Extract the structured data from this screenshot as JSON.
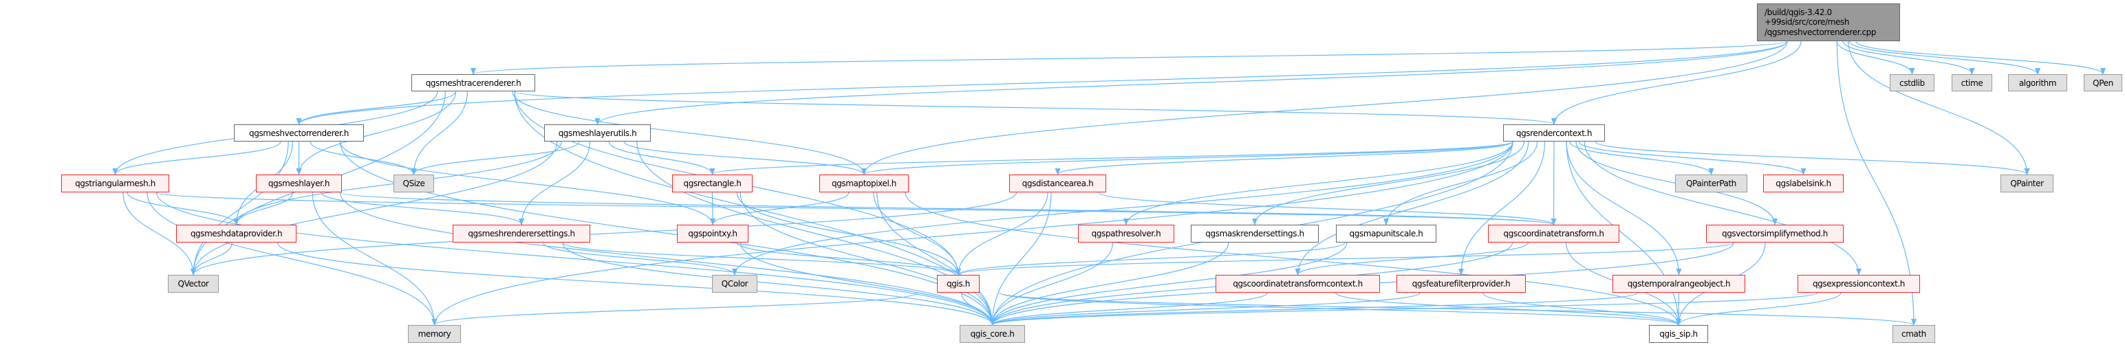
{
  "graph": {
    "colors": {
      "edge": "#63b8ff",
      "red_border": "#ff2020",
      "red_fill": "#fff0f0",
      "gray_fill": "#e0e0e0",
      "root_fill": "#999999"
    },
    "nodes": [
      {
        "id": "root",
        "label": "/build/qgis-3.42.0\n+99sid/src/core/mesh\n/qgsmeshvectorrenderer.cpp",
        "kind": "root"
      },
      {
        "id": "tracer",
        "label": "qgsmeshtracerenderer.h",
        "kind": "normal"
      },
      {
        "id": "vectorr",
        "label": "qgsmeshvectorrenderer.h",
        "kind": "normal"
      },
      {
        "id": "layerutils",
        "label": "qgsmeshlayerutils.h",
        "kind": "normal"
      },
      {
        "id": "rendercontext",
        "label": "qgsrendercontext.h",
        "kind": "normal"
      },
      {
        "id": "cstdlib",
        "label": "cstdlib",
        "kind": "gray"
      },
      {
        "id": "ctime",
        "label": "ctime",
        "kind": "gray"
      },
      {
        "id": "algorithm",
        "label": "algorithm",
        "kind": "gray"
      },
      {
        "id": "QPen",
        "label": "QPen",
        "kind": "gray"
      },
      {
        "id": "triangular",
        "label": "qgstriangularmesh.h",
        "kind": "red"
      },
      {
        "id": "meshlayer",
        "label": "qgsmeshlayer.h",
        "kind": "red"
      },
      {
        "id": "QSize",
        "label": "QSize",
        "kind": "gray"
      },
      {
        "id": "rectangle",
        "label": "qgsrectangle.h",
        "kind": "red"
      },
      {
        "id": "maptopixel",
        "label": "qgsmaptopixel.h",
        "kind": "red"
      },
      {
        "id": "distancearea",
        "label": "qgsdistancearea.h",
        "kind": "red"
      },
      {
        "id": "QPainterPath",
        "label": "QPainterPath",
        "kind": "gray"
      },
      {
        "id": "labelsink",
        "label": "qgslabelsink.h",
        "kind": "red"
      },
      {
        "id": "QPainter",
        "label": "QPainter",
        "kind": "gray"
      },
      {
        "id": "dataprovider",
        "label": "qgsmeshdataprovider.h",
        "kind": "red"
      },
      {
        "id": "renderersettings",
        "label": "qgsmeshrenderersettings.h",
        "kind": "red"
      },
      {
        "id": "pointxy",
        "label": "qgspointxy.h",
        "kind": "red"
      },
      {
        "id": "pathresolver",
        "label": "qgspathresolver.h",
        "kind": "red"
      },
      {
        "id": "maskrender",
        "label": "qgsmaskrendersettings.h",
        "kind": "normal"
      },
      {
        "id": "mapunitscale",
        "label": "qgsmapunitscale.h",
        "kind": "normal"
      },
      {
        "id": "coordtransform",
        "label": "qgscoordinatetransform.h",
        "kind": "red"
      },
      {
        "id": "vectorsimplify",
        "label": "qgsvectorsimplifymethod.h",
        "kind": "red"
      },
      {
        "id": "QVector",
        "label": "QVector",
        "kind": "gray"
      },
      {
        "id": "QColor",
        "label": "QColor",
        "kind": "gray"
      },
      {
        "id": "qgis",
        "label": "qgis.h",
        "kind": "red"
      },
      {
        "id": "ctcontext",
        "label": "qgscoordinatetransformcontext.h",
        "kind": "red"
      },
      {
        "id": "featurefilter",
        "label": "qgsfeaturefilterprovider.h",
        "kind": "red"
      },
      {
        "id": "temporal",
        "label": "qgstemporalrangeobject.h",
        "kind": "red"
      },
      {
        "id": "exprcontext",
        "label": "qgsexpressioncontext.h",
        "kind": "red"
      },
      {
        "id": "memory",
        "label": "memory",
        "kind": "gray"
      },
      {
        "id": "qgis_core",
        "label": "qgis_core.h",
        "kind": "gray"
      },
      {
        "id": "qgis_sip",
        "label": "qgis_sip.h",
        "kind": "normal"
      },
      {
        "id": "cmath",
        "label": "cmath",
        "kind": "gray"
      }
    ],
    "edges": [
      [
        "root",
        "tracer"
      ],
      [
        "root",
        "vectorr"
      ],
      [
        "root",
        "layerutils"
      ],
      [
        "root",
        "rendercontext"
      ],
      [
        "root",
        "maptopixel"
      ],
      [
        "root",
        "cstdlib"
      ],
      [
        "root",
        "ctime"
      ],
      [
        "root",
        "algorithm"
      ],
      [
        "root",
        "QPen"
      ],
      [
        "root",
        "QPainter"
      ],
      [
        "root",
        "cmath"
      ],
      [
        "tracer",
        "vectorr"
      ],
      [
        "tracer",
        "triangular"
      ],
      [
        "tracer",
        "meshlayer"
      ],
      [
        "tracer",
        "QSize"
      ],
      [
        "tracer",
        "QVector"
      ],
      [
        "tracer",
        "qgis_core"
      ],
      [
        "tracer",
        "rendercontext"
      ],
      [
        "tracer",
        "maptopixel"
      ],
      [
        "tracer",
        "qgis"
      ],
      [
        "vectorr",
        "triangular"
      ],
      [
        "vectorr",
        "meshlayer"
      ],
      [
        "vectorr",
        "QSize"
      ],
      [
        "vectorr",
        "dataprovider"
      ],
      [
        "vectorr",
        "QVector"
      ],
      [
        "vectorr",
        "qgis_core"
      ],
      [
        "vectorr",
        "pointxy"
      ],
      [
        "layerutils",
        "QSize"
      ],
      [
        "layerutils",
        "dataprovider"
      ],
      [
        "layerutils",
        "QVector"
      ],
      [
        "layerutils",
        "rectangle"
      ],
      [
        "layerutils",
        "renderersettings"
      ],
      [
        "layerutils",
        "maptopixel"
      ],
      [
        "layerutils",
        "qgis_core"
      ],
      [
        "triangular",
        "dataprovider"
      ],
      [
        "triangular",
        "QVector"
      ],
      [
        "triangular",
        "qgis_core"
      ],
      [
        "triangular",
        "memory"
      ],
      [
        "triangular",
        "coordtransform"
      ],
      [
        "meshlayer",
        "dataprovider"
      ],
      [
        "meshlayer",
        "renderersettings"
      ],
      [
        "meshlayer",
        "memory"
      ],
      [
        "meshlayer",
        "qgis_core"
      ],
      [
        "meshlayer",
        "coordtransform"
      ],
      [
        "dataprovider",
        "QVector"
      ],
      [
        "dataprovider",
        "qgis_core"
      ],
      [
        "renderersettings",
        "QColor"
      ],
      [
        "renderersettings",
        "qgis_core"
      ],
      [
        "renderersettings",
        "qgis"
      ],
      [
        "rectangle",
        "pointxy"
      ],
      [
        "rectangle",
        "qgis"
      ],
      [
        "rectangle",
        "qgis_core"
      ],
      [
        "pointxy",
        "qgis"
      ],
      [
        "pointxy",
        "qgis_core"
      ],
      [
        "maptopixel",
        "pointxy"
      ],
      [
        "maptopixel",
        "qgis"
      ],
      [
        "maptopixel",
        "qgis_core"
      ],
      [
        "maptopixel",
        "qgis_sip"
      ],
      [
        "distancearea",
        "qgis"
      ],
      [
        "distancearea",
        "coordtransform"
      ],
      [
        "distancearea",
        "qgis_core"
      ],
      [
        "distancearea",
        "QVector"
      ],
      [
        "rendercontext",
        "maptopixel"
      ],
      [
        "rendercontext",
        "rectangle"
      ],
      [
        "rendercontext",
        "distancearea"
      ],
      [
        "rendercontext",
        "QColor"
      ],
      [
        "rendercontext",
        "memory"
      ],
      [
        "rendercontext",
        "qgis_core"
      ],
      [
        "rendercontext",
        "pathresolver"
      ],
      [
        "rendercontext",
        "maskrender"
      ],
      [
        "rendercontext",
        "mapunitscale"
      ],
      [
        "rendercontext",
        "coordtransform"
      ],
      [
        "rendercontext",
        "ctcontext"
      ],
      [
        "rendercontext",
        "featurefilter"
      ],
      [
        "rendercontext",
        "QPainterPath"
      ],
      [
        "rendercontext",
        "labelsink"
      ],
      [
        "rendercontext",
        "QPainter"
      ],
      [
        "rendercontext",
        "vectorsimplify"
      ],
      [
        "rendercontext",
        "temporal"
      ],
      [
        "rendercontext",
        "exprcontext"
      ],
      [
        "rendercontext",
        "qgis_sip"
      ],
      [
        "pathresolver",
        "qgis_core"
      ],
      [
        "maskrender",
        "qgis_core"
      ],
      [
        "mapunitscale",
        "qgis"
      ],
      [
        "mapunitscale",
        "qgis_core"
      ],
      [
        "coordtransform",
        "ctcontext"
      ],
      [
        "coordtransform",
        "qgis_sip"
      ],
      [
        "coordtransform",
        "qgis_core"
      ],
      [
        "ctcontext",
        "qgis_core"
      ],
      [
        "ctcontext",
        "qgis_sip"
      ],
      [
        "featurefilter",
        "qgis_core"
      ],
      [
        "featurefilter",
        "qgis_sip"
      ],
      [
        "vectorsimplify",
        "qgis"
      ],
      [
        "vectorsimplify",
        "qgis_core"
      ],
      [
        "vectorsimplify",
        "qgis_sip"
      ],
      [
        "temporal",
        "qgis_core"
      ],
      [
        "temporal",
        "qgis_sip"
      ],
      [
        "exprcontext",
        "qgis_core"
      ],
      [
        "exprcontext",
        "qgis_sip"
      ],
      [
        "qgis",
        "qgis_core"
      ],
      [
        "qgis",
        "qgis_sip"
      ],
      [
        "qgis",
        "memory"
      ],
      [
        "qgis",
        "cmath"
      ]
    ]
  }
}
